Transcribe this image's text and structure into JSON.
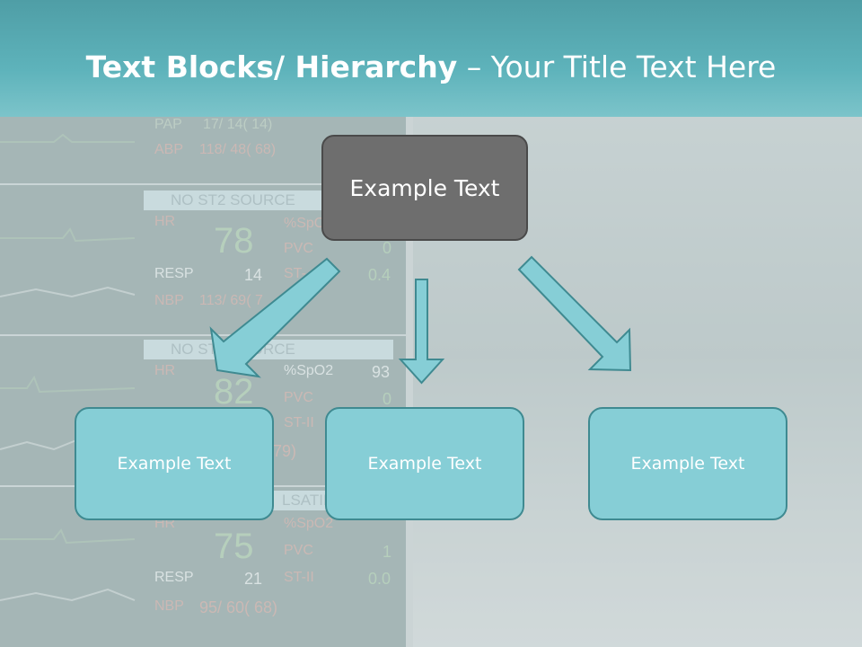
{
  "title": {
    "bold": "Text Blocks/ Hierarchy",
    "rest": " – Your Title Text Here"
  },
  "diagram": {
    "root": "Example Text",
    "children": [
      "Example Text",
      "Example Text",
      "Example Text"
    ]
  },
  "background_monitor": {
    "rows": [
      {
        "label": "PAP",
        "value": "17/ 14( 14)"
      },
      {
        "label": "ABP",
        "value": "118/ 48( 68)"
      },
      {
        "label": "NO ST2 SOURCE"
      },
      {
        "label": "HR",
        "big": "78"
      },
      {
        "label": "%SpO2"
      },
      {
        "label": "PVC",
        "value": "0"
      },
      {
        "label": "RESP",
        "value": "14"
      },
      {
        "label": "ST-",
        "value": "0.4"
      },
      {
        "label": "NBP",
        "value": "113/ 69( 7"
      },
      {
        "label": "NO ST2 SOURCE"
      },
      {
        "label": "HR",
        "big": "82"
      },
      {
        "label": "%SpO2",
        "value": "93"
      },
      {
        "label": "PVC",
        "value": "0"
      },
      {
        "label": "ST-II"
      },
      {
        "label": "79)"
      },
      {
        "label": "LSATIL"
      },
      {
        "label": "HR",
        "big": "75"
      },
      {
        "label": "%SpO2"
      },
      {
        "label": "PVC",
        "value": "1"
      },
      {
        "label": "RESP",
        "value": "21"
      },
      {
        "label": "ST-II",
        "value": "0.0"
      },
      {
        "label": "NBP",
        "value": "95/ 60( 68)"
      }
    ]
  },
  "colors": {
    "title_bar": "#5eb3bb",
    "root_box": "#6e6e6e",
    "child_box": "#86ced6",
    "arrow_fill": "#86ced6",
    "arrow_stroke": "#3f8a91"
  }
}
